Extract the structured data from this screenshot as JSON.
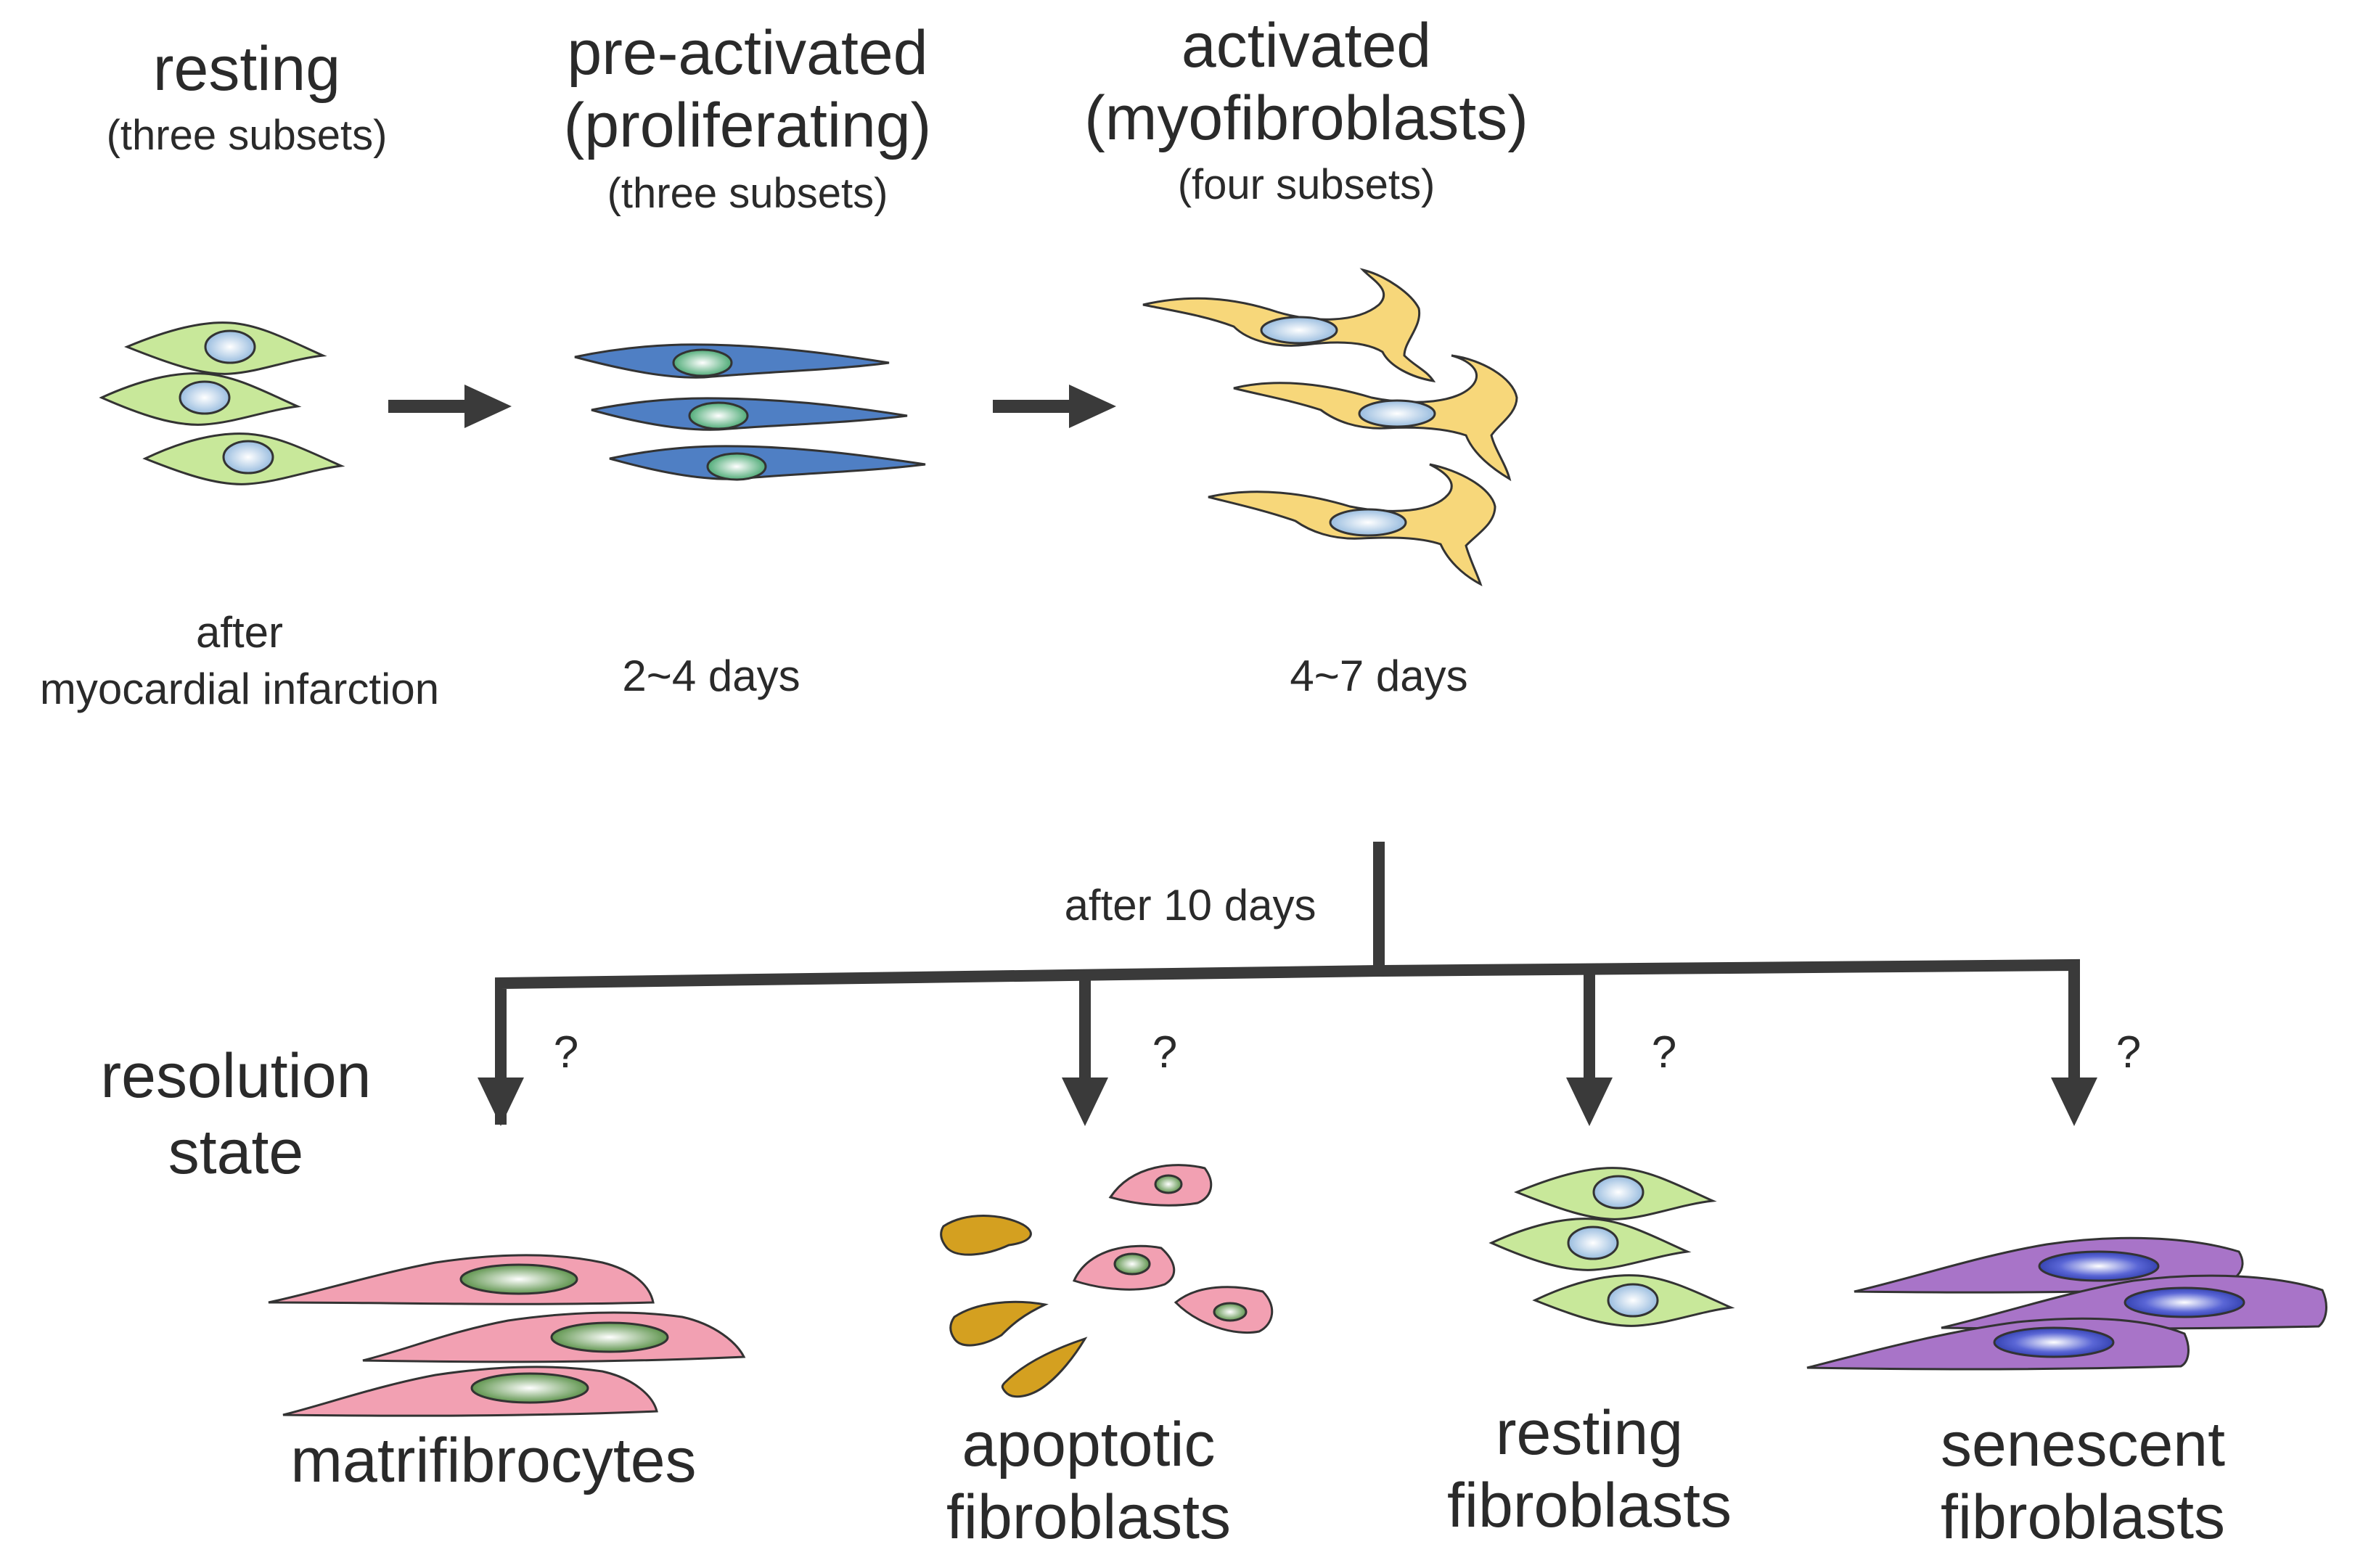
{
  "stages": [
    {
      "title": "resting",
      "subtitle": "(three subsets)",
      "time": "after myocardial infarction"
    },
    {
      "title": "pre-activated",
      "title2": "(proliferating)",
      "subtitle": "(three subsets)",
      "time": "2~4 days"
    },
    {
      "title": "activated",
      "title2": "(myofibroblasts)",
      "subtitle": "(four subsets)",
      "time": "4~7 days"
    }
  ],
  "time_line1": "after",
  "time_line2": "myocardial infarction",
  "branch_label": "after 10 days",
  "resolution_label_line1": "resolution",
  "resolution_label_line2": "state",
  "question_mark": "?",
  "outcomes": [
    {
      "line1": "matrifibrocytes",
      "line2": ""
    },
    {
      "line1": "apoptotic",
      "line2": "fibroblasts"
    },
    {
      "line1": "resting",
      "line2": "fibroblasts"
    },
    {
      "line1": "senescent",
      "line2": "fibroblasts"
    }
  ],
  "colors": {
    "resting_cell": "#c8e89a",
    "proliferating_cell": "#4f7fc4",
    "myofibroblast_cell": "#f7d77a",
    "matrifibrocyte_cell": "#f2a0b2",
    "apoptotic_fragment": "#d4a020",
    "senescent_cell": "#a874c8",
    "arrow": "#3a3a3a"
  }
}
